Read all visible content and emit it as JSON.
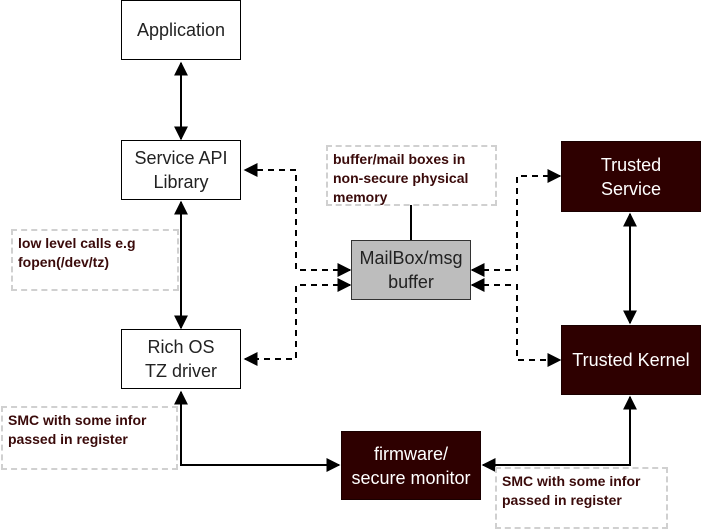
{
  "nodes": {
    "application": "Application",
    "service_api": "Service API\nLibrary",
    "rich_os": "Rich OS\nTZ driver",
    "mailbox": "MailBox/msg\nbuffer",
    "trusted_service": "Trusted\nService",
    "trusted_kernel": "Trusted Kernel",
    "firmware": "firmware/\nsecure monitor"
  },
  "notes": {
    "low_level": "low level calls e.g\nfopen(/dev/tz)",
    "buffer": "buffer/mail boxes in\nnon-secure physical\nmemory",
    "smc_left": "SMC with some infor\npassed in register",
    "smc_right": "SMC with some infor\npassed in register"
  },
  "colors": {
    "trusted_fill": "#2e0000",
    "mailbox_fill": "#bdbdbd",
    "note_text": "#3a0a0a",
    "note_border": "#d0d0d0"
  }
}
